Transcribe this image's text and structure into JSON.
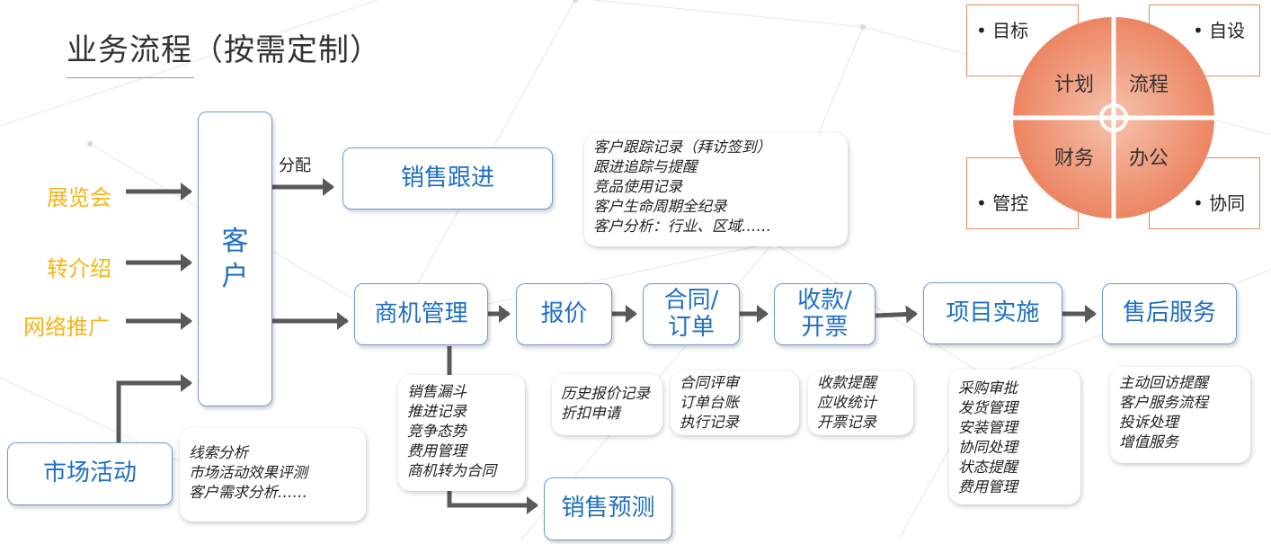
{
  "title": "业务流程（按需定制）",
  "sources": [
    "展览会",
    "转介绍",
    "网络推广"
  ],
  "customer": [
    "客",
    "户"
  ],
  "assign_label": "分配",
  "market_activity": "市场活动",
  "market_notes": [
    "线索分析",
    "市场活动效果评测",
    "客户需求分析……"
  ],
  "sales_followup": "销售跟进",
  "followup_notes": [
    "客户跟踪记录（拜访签到）",
    "跟进追踪与提醒",
    "竞品使用记录",
    "客户生命周期全纪录",
    "客户分析：行业、区域……"
  ],
  "flow": [
    {
      "label": [
        "商机管理"
      ],
      "notes": [
        "销售漏斗",
        "推进记录",
        "竞争态势",
        "费用管理",
        "商机转为合同"
      ]
    },
    {
      "label": [
        "报价"
      ],
      "notes": [
        "历史报价记录",
        "折扣申请"
      ]
    },
    {
      "label": [
        "合同/",
        "订单"
      ],
      "notes": [
        "合同评审",
        "订单台账",
        "执行记录"
      ]
    },
    {
      "label": [
        "收款/",
        "开票"
      ],
      "notes": [
        "收款提醒",
        "应收统计",
        "开票记录"
      ]
    },
    {
      "label": [
        "项目实施"
      ],
      "notes": [
        "采购审批",
        "发货管理",
        "安装管理",
        "协同处理",
        "状态提醒",
        "费用管理"
      ]
    },
    {
      "label": [
        "售后服务"
      ],
      "notes": [
        "主动回访提醒",
        "客户服务流程",
        "投诉处理",
        "增值服务"
      ]
    }
  ],
  "forecast": "销售预测",
  "wheel": {
    "quadrants": [
      "计划",
      "流程",
      "财务",
      "办公"
    ],
    "corners": [
      "目标",
      "自设",
      "管控",
      "协同"
    ],
    "colors": {
      "fill_light": "#f6c2ad",
      "fill_dark": "#ec8562",
      "border": "#e9855f"
    }
  },
  "colors": {
    "source_text": "#f5b417",
    "box_text": "#1f6fc2",
    "box_border": "#6d9ad0",
    "arrow": "#595959"
  }
}
